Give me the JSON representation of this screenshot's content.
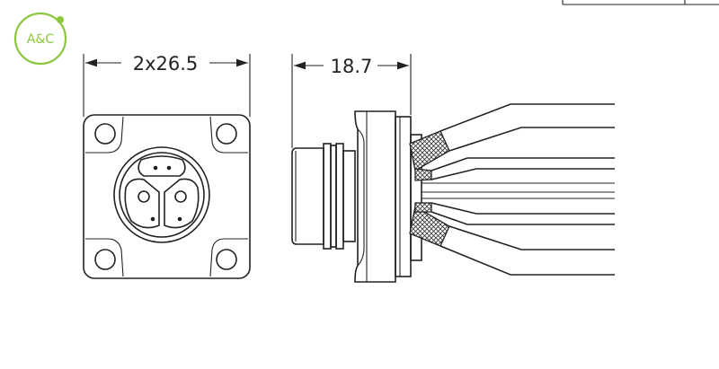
{
  "logo": {
    "text": "A&C",
    "color": "#8dc63f"
  },
  "dimensions": {
    "width": "2x26.5",
    "depth": "18.7"
  },
  "colors": {
    "line": "#222222",
    "background": "#ffffff"
  }
}
